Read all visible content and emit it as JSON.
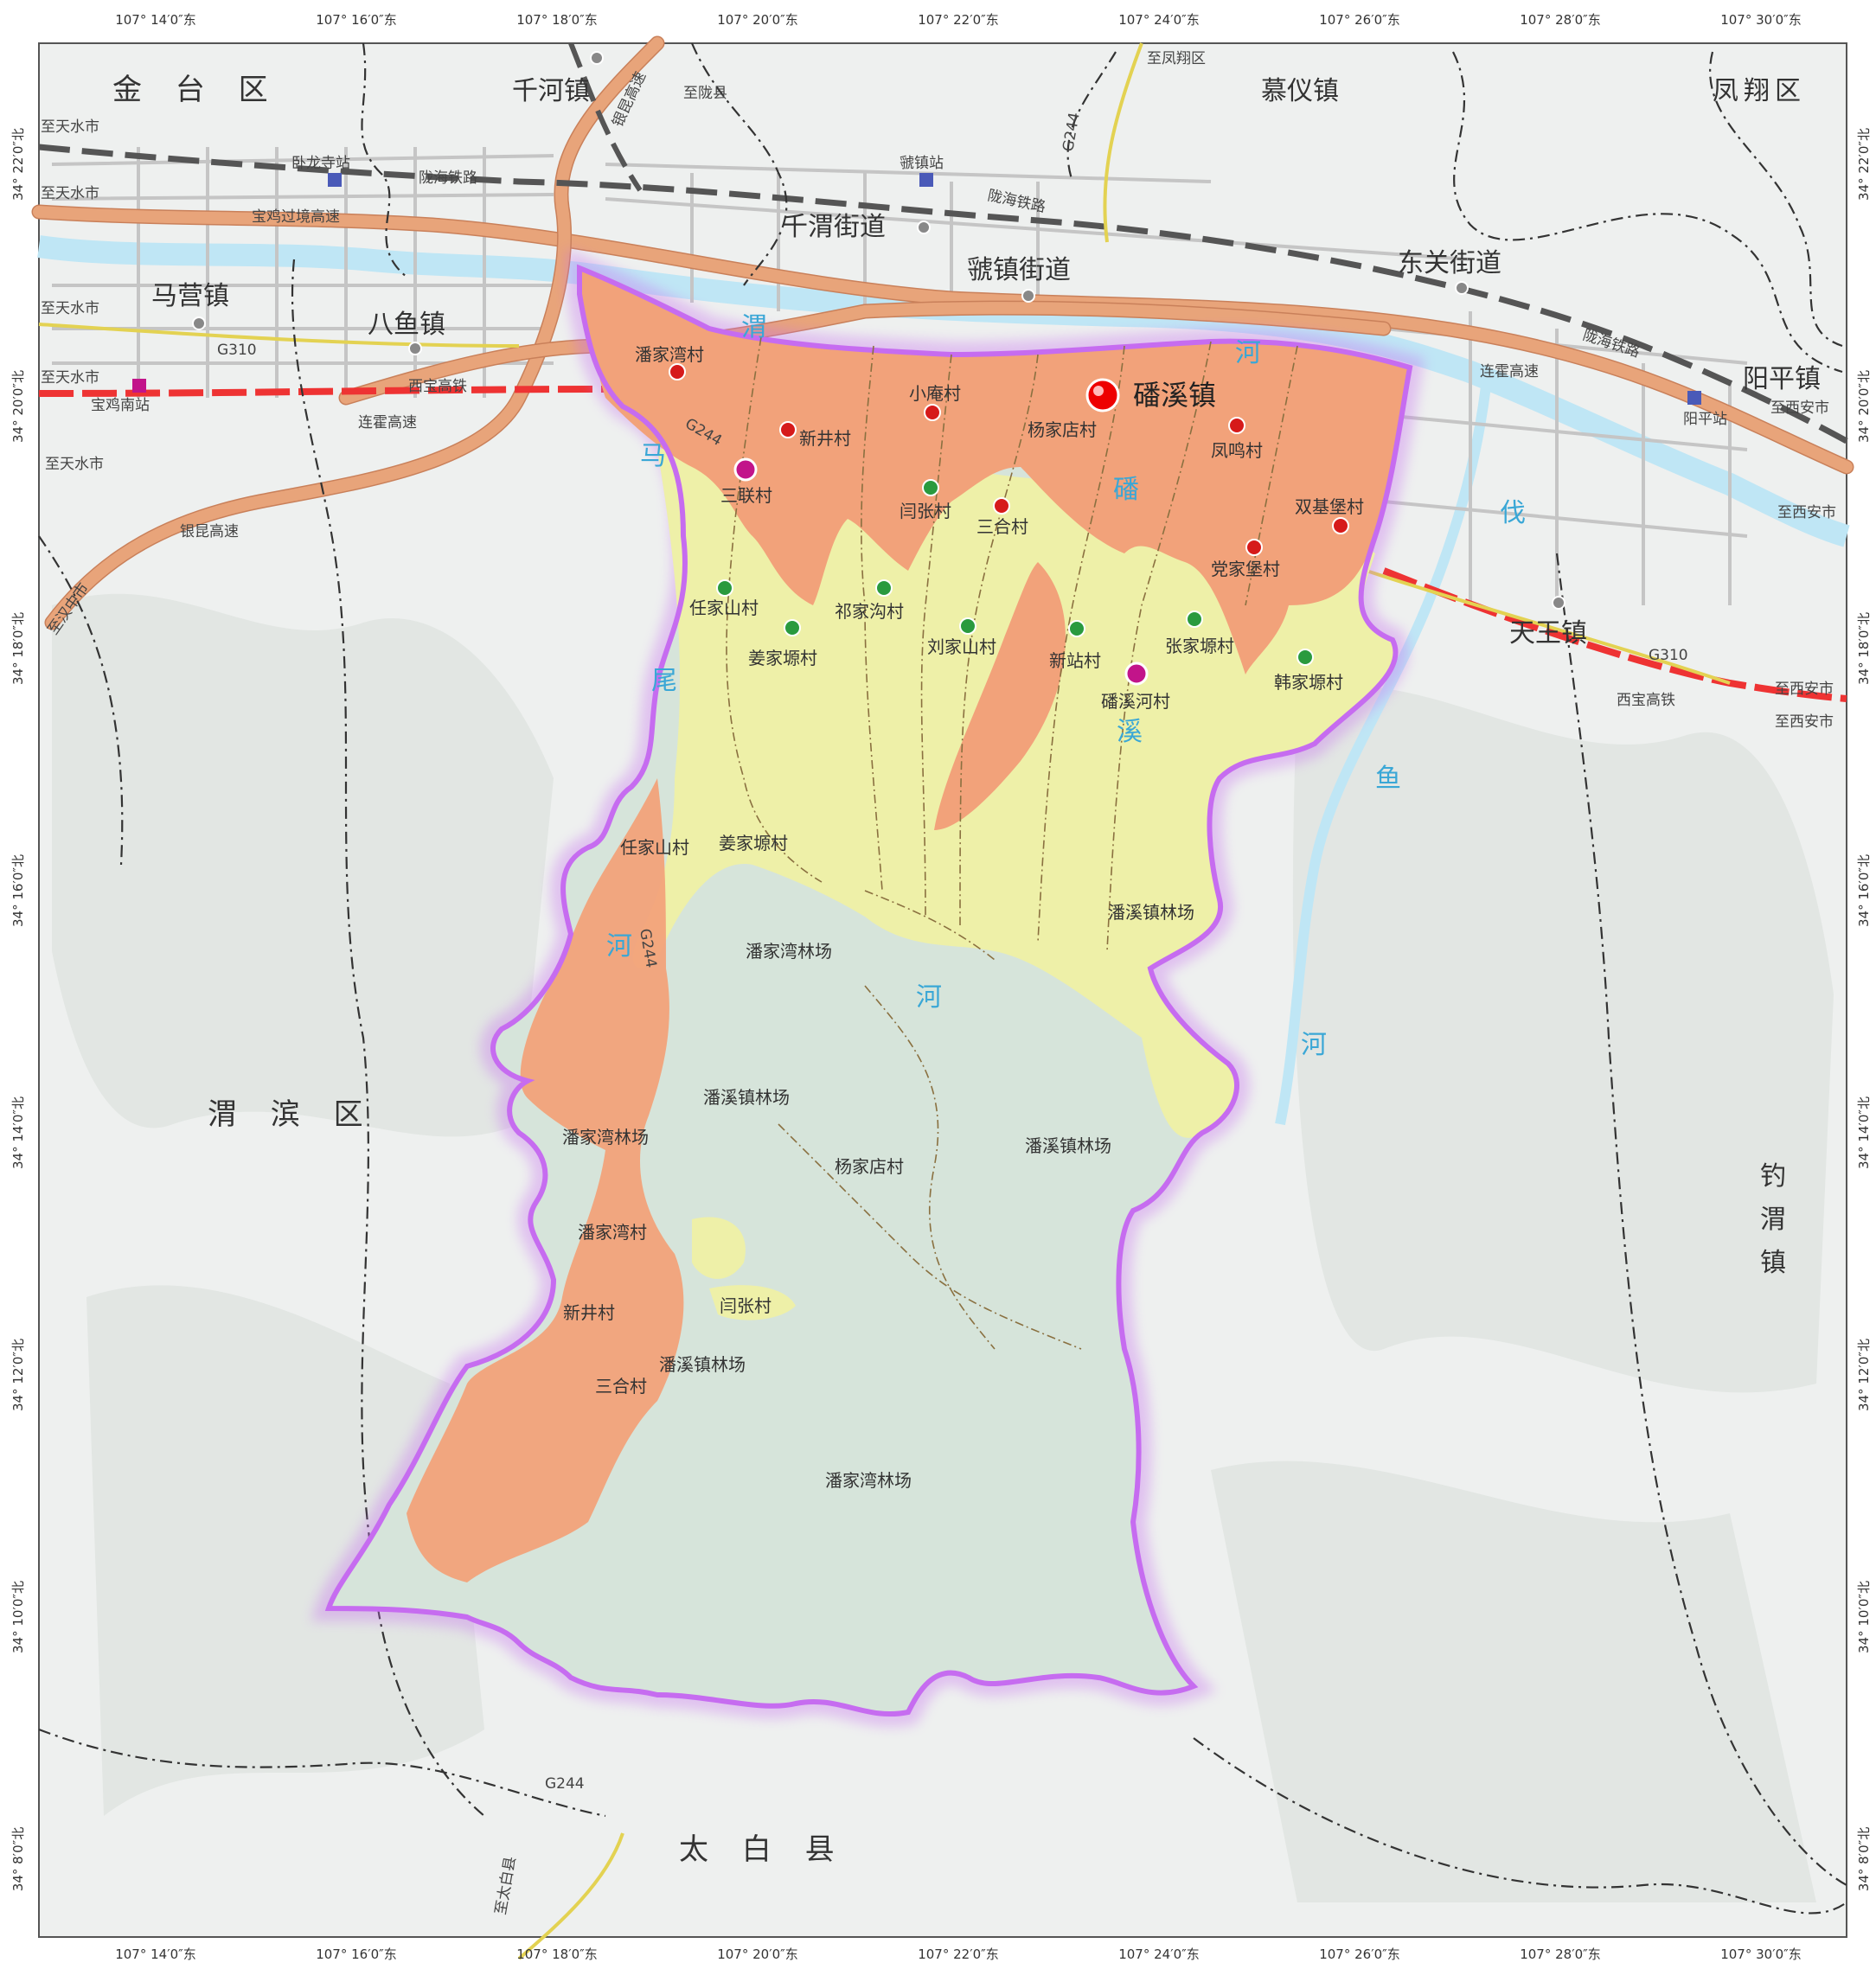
{
  "ticks": {
    "top": [
      "107° 14′0″东",
      "107° 16′0″东",
      "107° 18′0″东",
      "107° 20′0″东",
      "107° 22′0″东",
      "107° 24′0″东",
      "107° 26′0″东",
      "107° 28′0″东",
      "107° 30′0″东"
    ],
    "bottom": [
      "107° 14′0″东",
      "107° 16′0″东",
      "107° 18′0″东",
      "107° 20′0″东",
      "107° 22′0″东",
      "107° 24′0″东",
      "107° 26′0″东",
      "107° 28′0″东",
      "107° 30′0″东"
    ],
    "left": [
      "34° 22′0″北",
      "34° 20′0″北",
      "34° 18′0″北",
      "34° 16′0″北",
      "34° 14′0″北",
      "34° 12′0″北",
      "34° 10′0″北",
      "34° 8′0″北"
    ],
    "right": [
      "34° 22′0″北",
      "34° 20′0″北",
      "34° 18′0″北",
      "34° 16′0″北",
      "34° 14′0″北",
      "34° 12′0″北",
      "34° 10′0″北",
      "34° 8′0″北"
    ]
  },
  "regions": {
    "jintai": "金 台 区",
    "qianhe": "千河镇",
    "muyi": "慕仪镇",
    "fengxiang": "凤翔区",
    "qianwei": "千渭街道",
    "guozhen": "虢镇街道",
    "dongguan": "东关街道",
    "maying": "马营镇",
    "bayu": "八鱼镇",
    "yangping": "阳平镇",
    "tianwang": "天王镇",
    "weibin": "渭 滨 区",
    "diaowei": "钓渭镇",
    "taibai": "太 白 县"
  },
  "town": {
    "name": "磻溪镇"
  },
  "villages": {
    "panjiawan": "潘家湾村",
    "xinjing": "新井村",
    "xiaopang": "小庵村",
    "yangjiadian": "杨家店村",
    "fengming": "凤鸣村",
    "shuangjibao": "双基堡村",
    "sanlian": "三联村",
    "yanzhang": "闫张村",
    "sanhe": "三合村",
    "dangjiabao": "党家堡村",
    "renjiashan": "任家山村",
    "jiangjiayuan": "姜家塬村",
    "qijiagou": "祁家沟村",
    "liujiashan": "刘家山村",
    "xinzhan": "新站村",
    "zhangjiayuan": "张家塬村",
    "hanjiayuan": "韩家塬村",
    "panxihe": "磻溪河村"
  },
  "enclaves": {
    "renjiashan2": "任家山村",
    "jiangjiayuan2": "姜家塬村",
    "pxlc1": "潘溪镇林场",
    "pjwlc1": "潘家湾林场",
    "pxlc2": "潘溪镇林场",
    "pjwlc2": "潘家湾林场",
    "yangjiadian2": "杨家店村",
    "pxlc3": "潘溪镇林场",
    "panjiawan2": "潘家湾村",
    "xinjing2": "新井村",
    "yanzhang2": "闫张村",
    "pxlc4": "潘溪镇林场",
    "sanhe2": "三合村",
    "pjwlc3": "潘家湾林场"
  },
  "rivers": {
    "wei1": "渭",
    "wei2": "河",
    "ma": "马",
    "wei3": "尾",
    "he1": "河",
    "pan": "磻",
    "xi": "溪",
    "he2": "河",
    "fa": "伐",
    "yu": "鱼",
    "he3": "河"
  },
  "transport": {
    "wolongsi": "卧龙寺站",
    "longhai1": "陇海铁路",
    "guozhenzhan": "虢镇站",
    "longhai2": "陇海铁路",
    "longhai3": "陇海铁路",
    "g244a": "G244",
    "baoji_guojing": "宝鸡过境高速",
    "yinkun1": "银昆高速",
    "g310a": "G310",
    "xibao1": "西宝高铁",
    "baojinan": "宝鸡南站",
    "lianhuo1": "连霍高速",
    "yinkun2": "银昆高速",
    "lianhuo2": "连霍高速",
    "yangpingzhan": "阳平站",
    "g310b": "G310",
    "xibao2": "西宝高铁",
    "g244b": "G244",
    "g244c": "G244",
    "g244d": "G244"
  },
  "dest": {
    "tianshui1": "至天水市",
    "tianshui2": "至天水市",
    "tianshui3": "至天水市",
    "tianshui4": "至天水市",
    "tianshui5": "至天水市",
    "hanzhong": "至汉中市",
    "longxian": "至陇县",
    "fengxiang": "至凤翔区",
    "xian1": "至西安市",
    "xian2": "至西安市",
    "xian3": "至西安市",
    "xian4": "至西安市",
    "taibai": "至太白县"
  },
  "colors": {
    "urban": "#f2a27a",
    "rural": "#eef0a8",
    "forest": "#d6e4da",
    "boundary": "#c66cf0",
    "water": "#3aa7d6",
    "terrain": "#eef0ef"
  }
}
